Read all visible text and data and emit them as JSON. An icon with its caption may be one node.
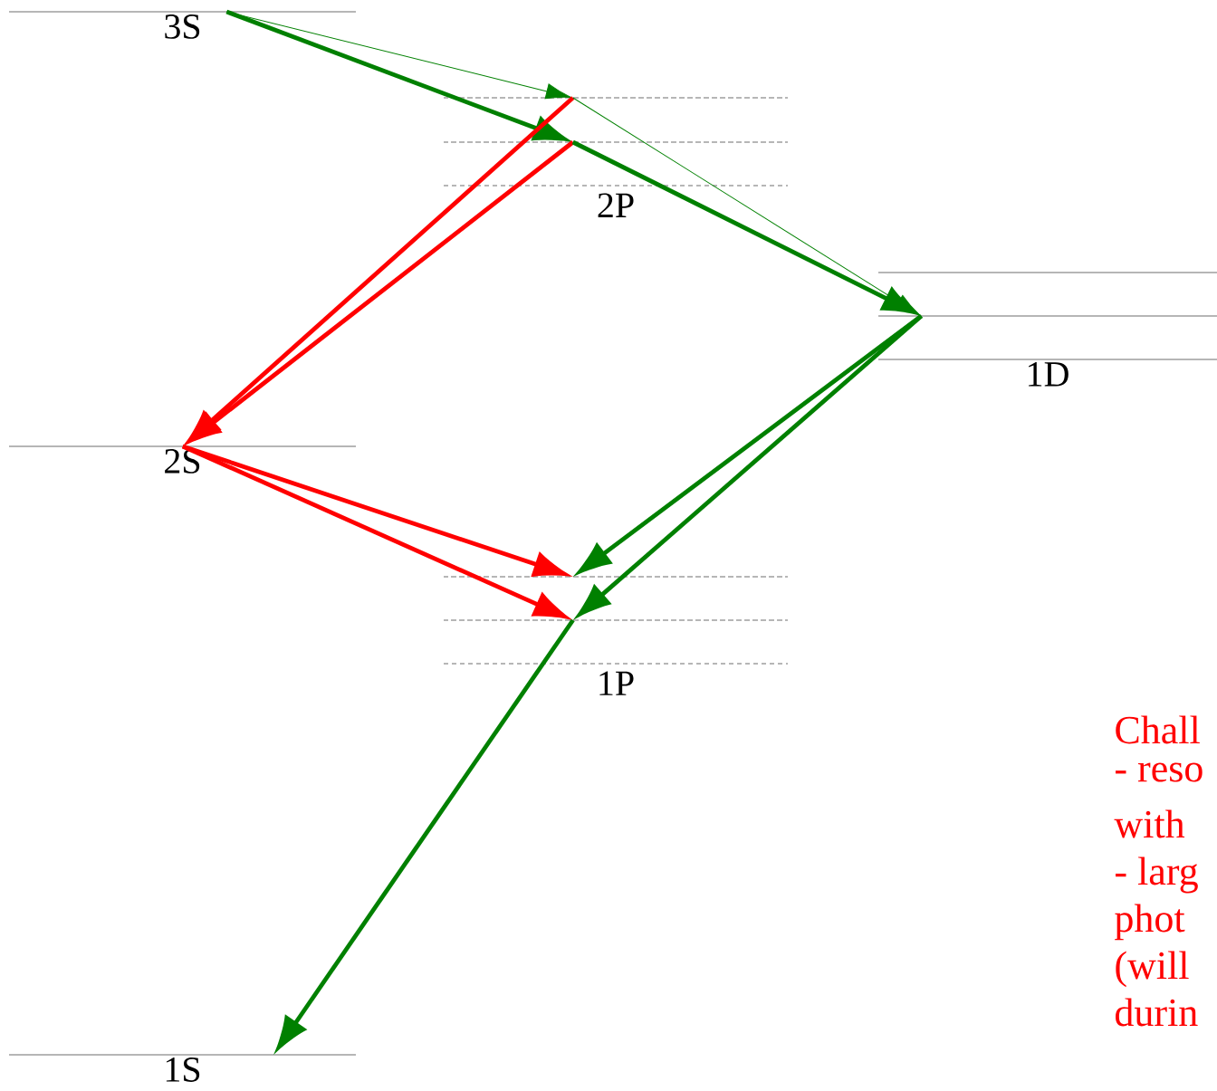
{
  "diagram": {
    "nodes": [
      {
        "text": [
          "3S"
        ]
      },
      {
        "text": [],
        "shape": "bar"
      },
      {
        "text": [],
        "shape": "bar"
      },
      {
        "text": [
          "2P"
        ]
      },
      {
        "text": [],
        "shape": "bar"
      },
      {
        "text": [],
        "shape": "bar"
      },
      {
        "text": [
          "1D"
        ]
      },
      {
        "text": [
          "2S"
        ]
      },
      {
        "text": [],
        "shape": "bar"
      },
      {
        "text": [],
        "shape": "bar"
      },
      {
        "text": [
          "1P"
        ]
      },
      {
        "text": [
          "1S"
        ]
      }
    ],
    "edges": [
      {
        "from": 0,
        "to": 1,
        "arrow": "to"
      },
      {
        "from": 0,
        "to": 2,
        "arrow": "to"
      },
      {
        "from": 1,
        "to": 7,
        "arrow": "to",
        "color": "#ff0000"
      },
      {
        "from": 2,
        "to": 7,
        "arrow": "to",
        "color": "#ff0000"
      },
      {
        "from": 1,
        "to": 5,
        "arrow": "to"
      },
      {
        "from": 2,
        "to": 5,
        "arrow": "to"
      },
      {
        "from": 7,
        "to": 8,
        "arrow": "to",
        "color": "#ff0000"
      },
      {
        "from": 7,
        "to": 9,
        "arrow": "to",
        "color": "#ff0000"
      },
      {
        "from": 5,
        "to": 8,
        "arrow": "to"
      },
      {
        "from": 5,
        "to": 9,
        "arrow": "to"
      },
      {
        "from": 9,
        "to": 11,
        "arrow": "to"
      }
    ],
    "labels": [
      "Chall",
      "- reso",
      "with",
      "- larg",
      "phot",
      "(will",
      "durin"
    ]
  }
}
